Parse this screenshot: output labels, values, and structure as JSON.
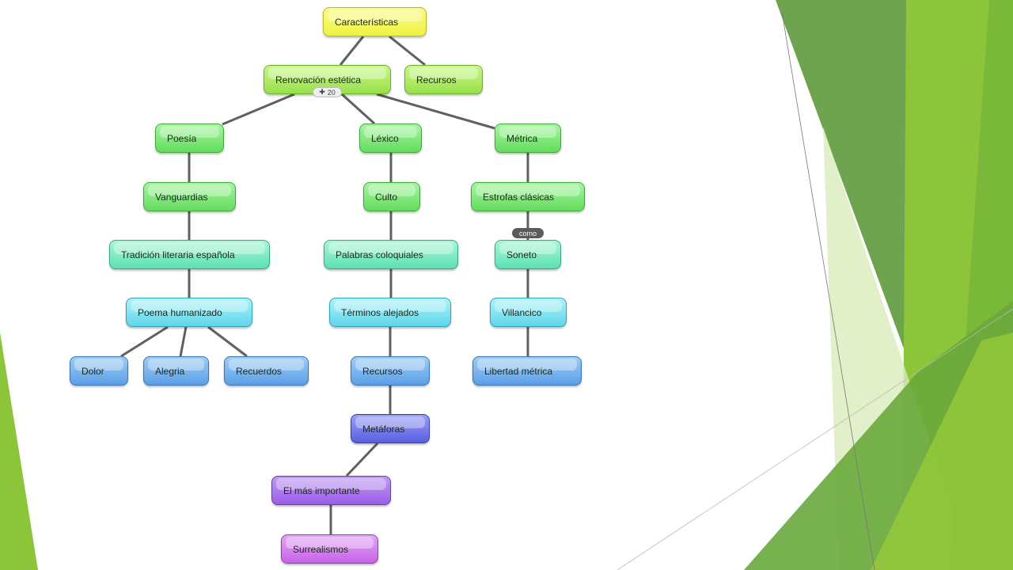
{
  "colors": {
    "yellow": "#eef240",
    "lime": "#98e04a",
    "green": "#64dc5e",
    "mint": "#5fe0b3",
    "cyan": "#5fd6ea",
    "blue": "#5b9fe6",
    "indigo": "#5a5fe0",
    "violet": "#9a5ee4",
    "purple": "#c663e6",
    "connector": "#606060",
    "accent_dark_green": "#5e9a3c",
    "accent_lime": "#8cc43a"
  },
  "nodes": {
    "caracteristicas": "Características",
    "renovacion": "Renovación estética",
    "recursos_top": "Recursos",
    "poesia": "Poesía",
    "lexico": "Léxico",
    "metrica": "Métrica",
    "vanguardias": "Vanguardias",
    "culto": "Culto",
    "estrofas": "Estrofas clásicas",
    "tradicion": "Tradición literaria española",
    "palabras": "Palabras  coloquiales",
    "soneto": "Soneto",
    "poema": "Poema humanizado",
    "terminos": "Términos alejados",
    "villancico": "Villancico",
    "dolor": "Dolor",
    "alegria": "Alegria",
    "recuerdos": "Recuerdos",
    "recursos_lex": "Recursos",
    "libertad": "Libertad métrica",
    "metaforas": "Metáforas",
    "importante": "El más importante",
    "surrealismos": "Surrealismos"
  },
  "badges": {
    "expand_icon": "plus-icon",
    "expand_count": "20",
    "link_label": "como"
  }
}
